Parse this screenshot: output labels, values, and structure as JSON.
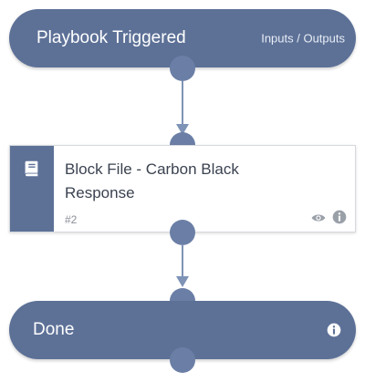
{
  "start_node": {
    "title": "Playbook Triggered",
    "link_label": "Inputs / Outputs"
  },
  "task_node": {
    "title_line1": "Block File - Carbon Black",
    "title_line2": "Response",
    "task_id": "#2",
    "icons": [
      "book-icon",
      "eye-icon",
      "info-icon"
    ]
  },
  "end_node": {
    "title": "Done",
    "icons": [
      "info-icon"
    ]
  },
  "colors": {
    "node_fill": "#5d7197",
    "connector": "#6b7fa6",
    "line": "#7e93b6",
    "card_text": "#3b4250",
    "muted_text": "#8a8f98"
  }
}
